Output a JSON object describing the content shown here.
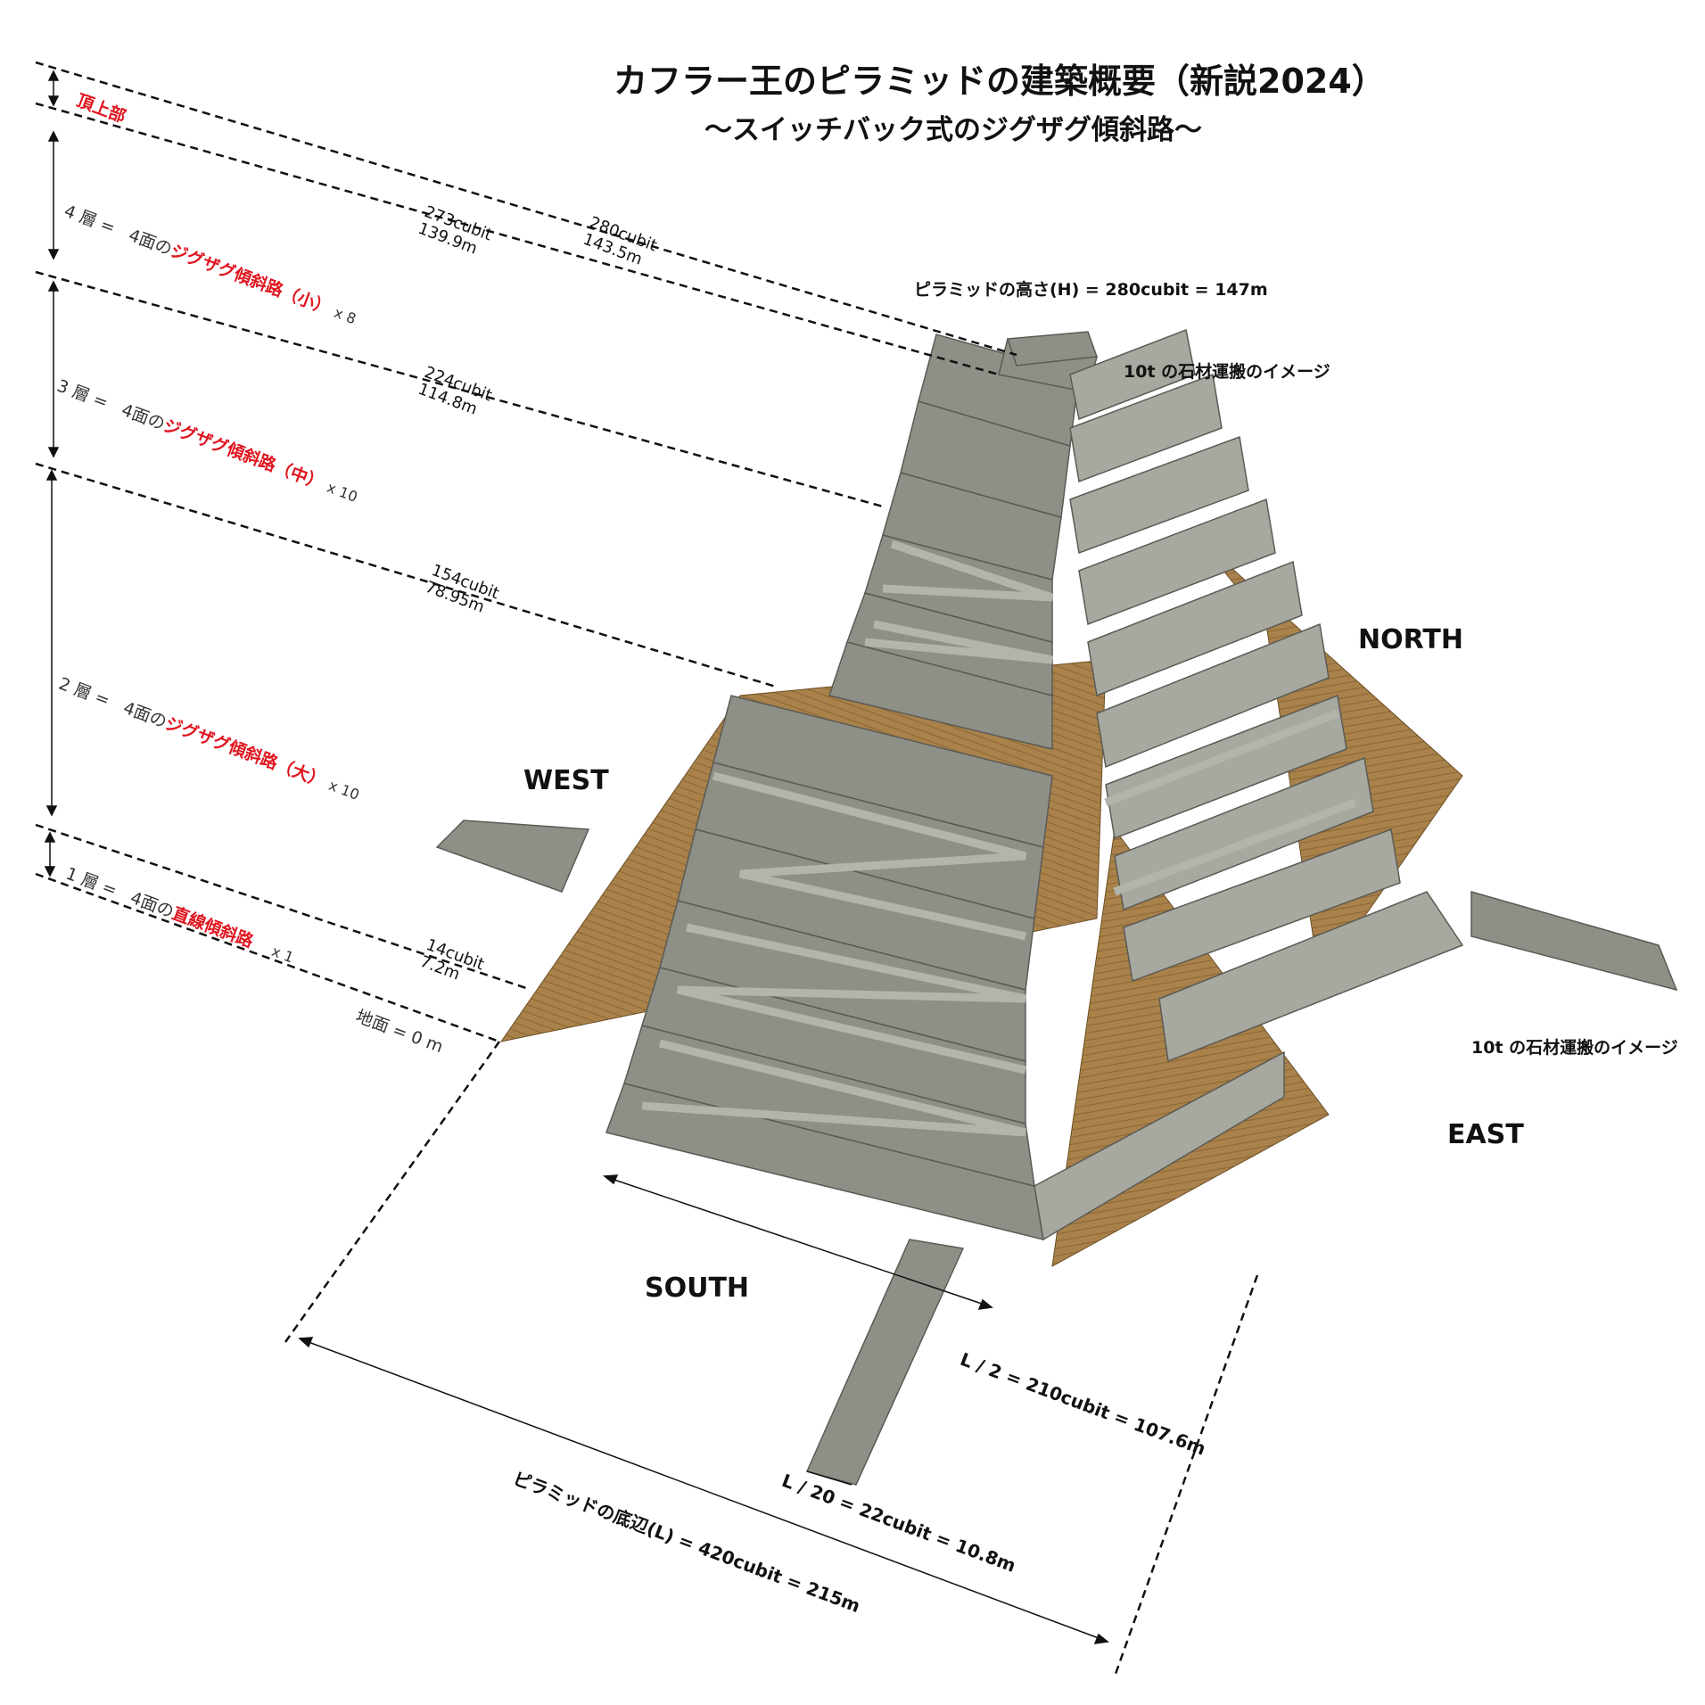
{
  "title": "カフラー王のピラミッドの建築概要（新説2024）",
  "subtitle": "〜スイッチバック式のジグザグ傾斜路〜",
  "height_label": "ピラミッドの高さ(H) = 280cubit = 147m",
  "transport_image_top": "10t の石材運搬のイメージ",
  "transport_image_east": "10t の石材運搬のイメージ",
  "directions": {
    "north": "NORTH",
    "west": "WEST",
    "east": "EAST",
    "south": "SOUTH"
  },
  "layers": {
    "top": "頂上部",
    "layer4": {
      "name": "4 層 =",
      "face": "4面の",
      "ramp": "ジグザグ傾斜路（小）",
      "mult": "x 8"
    },
    "layer3": {
      "name": "3 層 =",
      "face": "4面の",
      "ramp": "ジグザグ傾斜路（中）",
      "mult": "x 10"
    },
    "layer2": {
      "name": "2 層 =",
      "face": "4面の",
      "ramp": "ジグザグ傾斜路（大）",
      "mult": "x 10"
    },
    "layer1": {
      "name": "1 層 =",
      "face": "4面の",
      "ramp": "直線傾斜路",
      "mult": "x 1"
    },
    "ground": "地面 = 0 m"
  },
  "levels": [
    {
      "cubit": "280cubit",
      "m": "143.5m"
    },
    {
      "cubit": "273cubit",
      "m": "139.9m"
    },
    {
      "cubit": "224cubit",
      "m": "114.8m"
    },
    {
      "cubit": "154cubit",
      "m": "78.95m"
    },
    {
      "cubit": "14cubit",
      "m": "7.2m"
    }
  ],
  "dimensions": {
    "half_base": "L / 2 =  210cubit = 107.6m",
    "ramp_width": "L / 20 =  22cubit = 10.8m",
    "base": "ピラミッドの底辺(L) = 420cubit = 215m"
  },
  "colors": {
    "stone": "#8e8f86",
    "stone_dark": "#6f706a",
    "stone_light": "#a7a89f",
    "casing": "#a9814a",
    "casing_dark": "#8a6634",
    "accent_red": "#e0141e"
  }
}
